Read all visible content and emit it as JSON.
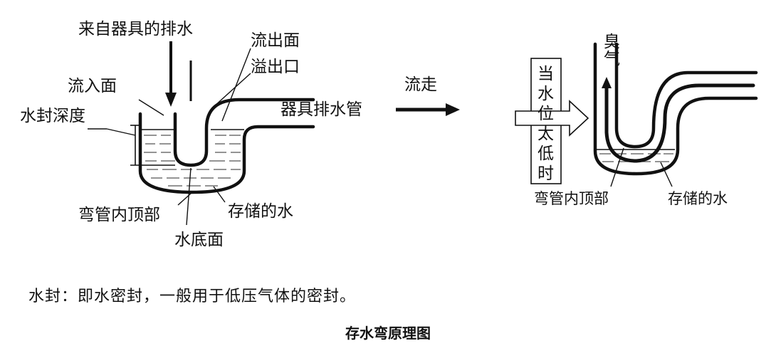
{
  "left_diagram": {
    "labels": {
      "inflow_source": "来自器具的排水",
      "outflow_surface": "流出面",
      "overflow_outlet": "溢出口",
      "inflow_surface": "流入面",
      "seal_depth": "水封深度",
      "fixture_drain_pipe": "器具排水管",
      "flows_away": "流走",
      "trap_crown_inner_top": "弯管内顶部",
      "stored_water": "存储的水",
      "water_bottom_surface": "水底面"
    }
  },
  "right_diagram": {
    "labels": {
      "odor": "臭气",
      "low_water_condition": "当水位太低时",
      "trap_crown_inner_top": "弯管内顶部",
      "stored_water": "存储的水"
    }
  },
  "note": "水封：即水密封，一般用于低压气体的密封。",
  "caption": "存水弯原理图",
  "colors": {
    "line": "#111111",
    "water_hatch": "#555555",
    "background": "#ffffff"
  }
}
